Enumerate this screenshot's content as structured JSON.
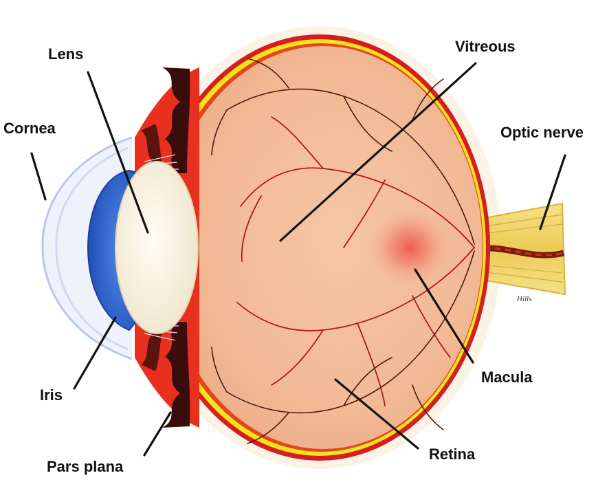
{
  "diagram": {
    "labels": {
      "lens": "Lens",
      "cornea": "Cornea",
      "iris": "Iris",
      "pars_plana": "Pars plana",
      "vitreous": "Vitreous",
      "optic_nerve": "Optic nerve",
      "macula": "Macula",
      "retina": "Retina"
    },
    "signature": "Hills"
  },
  "colors": {
    "vitreous": "#f2b995",
    "sclera_outline": "#d51f1f",
    "choroid_yellow": "#f4e21b",
    "ciliary": "#e8301f",
    "iris": "#2e6ad6",
    "lens": "#f7f1e2",
    "optic_nerve": "#f0d46a",
    "macula": "#ef6a60",
    "leader_line": "#111111"
  }
}
